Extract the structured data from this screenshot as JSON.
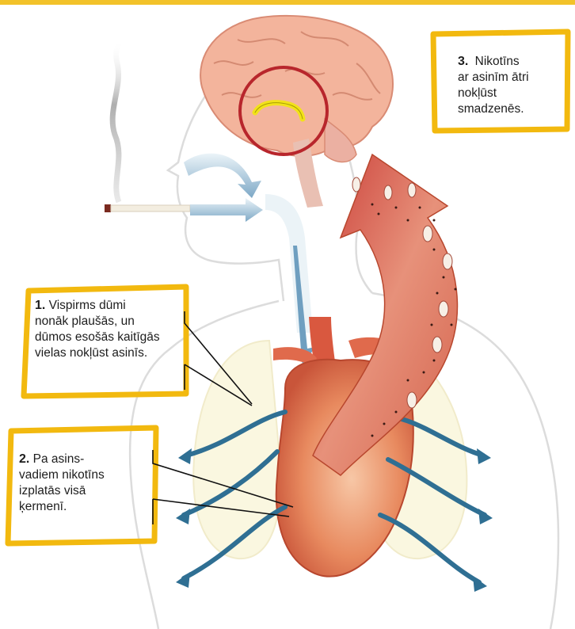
{
  "callouts": [
    {
      "number": "1.",
      "lines": [
        "Vispirms dūmi",
        "nonāk plaušās, un",
        "dūmos esošās kaitīgās",
        "vielas nokļūst asinīs."
      ]
    },
    {
      "number": "2.",
      "lines": [
        "Pa asins-",
        "vadiem nikotīns",
        "izplatās visā",
        "ķermenī."
      ]
    },
    {
      "number": "3.",
      "lines": [
        "Nikotīns",
        "ar asinīm ātri",
        "nokļūst",
        "smadzenēs."
      ]
    }
  ],
  "colors": {
    "accent_frame": "#f2b90f",
    "blood_arrow": "#d8634c",
    "smoke_arrow": "#5f93b6",
    "vessel_arrow": "#2f6f93",
    "heart": "#e07a52",
    "brain": "#f0a88c",
    "highlight_ring": "#b8262c",
    "nicotine_path": "#f2e21a"
  },
  "icons": [
    "brain-illustration",
    "heart-illustration",
    "lungs-illustration",
    "cigarette-icon",
    "smoke-plume"
  ]
}
